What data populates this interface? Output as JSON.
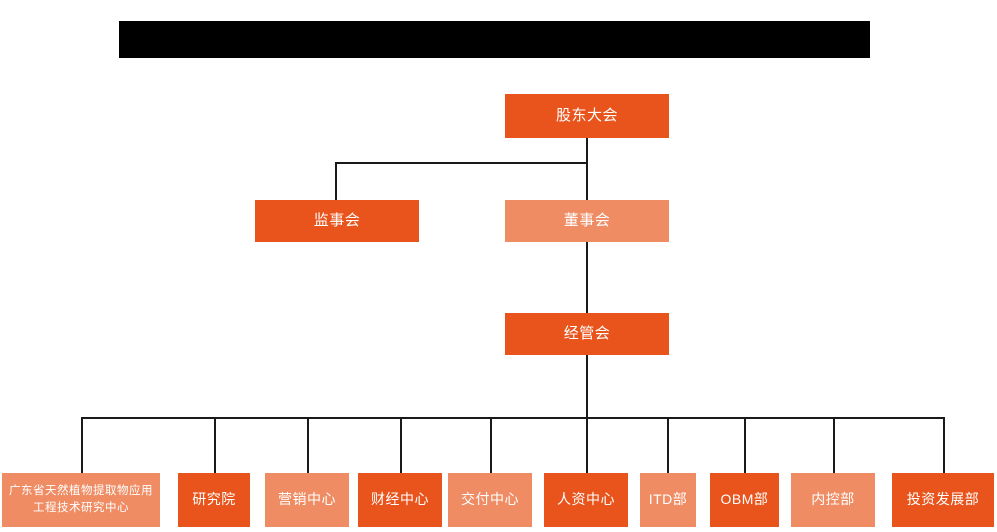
{
  "page": {
    "background_color": "#ffffff",
    "colors": {
      "dark_orange": "#E8541C",
      "light_orange": "#EF8C64",
      "connector": "#1a1a1a",
      "redaction": "#000000"
    }
  },
  "title_bar": {
    "label": "",
    "redacted": "true"
  },
  "chart_data": {
    "type": "diagram",
    "title": "",
    "levels": [
      {
        "level": 1,
        "nodes": [
          {
            "id": "shareholders",
            "label": "股东大会",
            "style": "dark"
          }
        ]
      },
      {
        "level": 2,
        "nodes": [
          {
            "id": "supervisors",
            "label": "监事会",
            "style": "dark"
          },
          {
            "id": "directors",
            "label": "董事会",
            "style": "light"
          }
        ]
      },
      {
        "level": 3,
        "nodes": [
          {
            "id": "management",
            "label": "经管会",
            "style": "dark"
          }
        ]
      },
      {
        "level": 4,
        "nodes": [
          {
            "id": "eng-center",
            "label": "广东省天然植物提取物应用工程技术研究中心",
            "style": "light"
          },
          {
            "id": "research-institute",
            "label": "研究院",
            "style": "dark"
          },
          {
            "id": "marketing-center",
            "label": "营销中心",
            "style": "light"
          },
          {
            "id": "finance-center",
            "label": "财经中心",
            "style": "dark"
          },
          {
            "id": "delivery-center",
            "label": "交付中心",
            "style": "light"
          },
          {
            "id": "hr-center",
            "label": "人资中心",
            "style": "dark"
          },
          {
            "id": "itd-dept",
            "label": "ITD部",
            "style": "light"
          },
          {
            "id": "obm-dept",
            "label": "OBM部",
            "style": "dark"
          },
          {
            "id": "internal-control-dept",
            "label": "内控部",
            "style": "light"
          },
          {
            "id": "investment-dev-dept",
            "label": "投资发展部",
            "style": "dark"
          }
        ]
      }
    ],
    "edges": [
      {
        "from": "shareholders",
        "to": "supervisors"
      },
      {
        "from": "shareholders",
        "to": "directors"
      },
      {
        "from": "directors",
        "to": "management"
      },
      {
        "from": "management",
        "to": "eng-center"
      },
      {
        "from": "management",
        "to": "research-institute"
      },
      {
        "from": "management",
        "to": "marketing-center"
      },
      {
        "from": "management",
        "to": "finance-center"
      },
      {
        "from": "management",
        "to": "delivery-center"
      },
      {
        "from": "management",
        "to": "hr-center"
      },
      {
        "from": "management",
        "to": "itd-dept"
      },
      {
        "from": "management",
        "to": "obm-dept"
      },
      {
        "from": "management",
        "to": "internal-control-dept"
      },
      {
        "from": "management",
        "to": "investment-dev-dept"
      }
    ]
  }
}
